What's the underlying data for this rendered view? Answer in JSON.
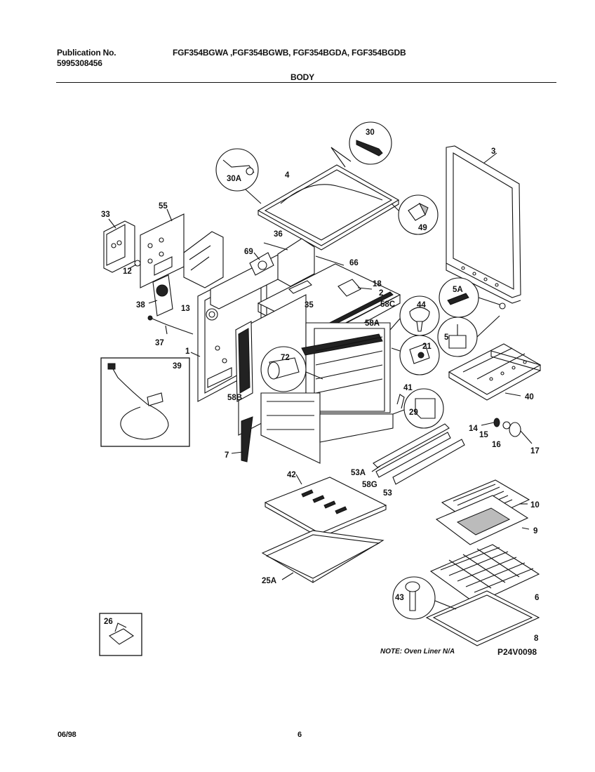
{
  "header": {
    "publication_label": "Publication No.",
    "publication_number": "5995308456",
    "models": "FGF354BGWA ,FGF354BGWB, FGF354BGDA, FGF354BGDB",
    "section_title": "BODY"
  },
  "callouts": {
    "c30": "30",
    "c30A": "30A",
    "c4": "4",
    "c3": "3",
    "c49": "49",
    "c33": "33",
    "c55": "55",
    "c36": "36",
    "c69": "69",
    "c66": "66",
    "c12": "12",
    "c38": "38",
    "c13": "13",
    "c35": "35",
    "c18": "18",
    "c2": "2",
    "c58C": "58C",
    "c44": "44",
    "c5A": "5A",
    "c37": "37",
    "c1": "1",
    "c58A": "58A",
    "c5": "5",
    "c21": "21",
    "c39": "39",
    "c72": "72",
    "c40": "40",
    "c58B": "58B",
    "c41": "41",
    "c29": "29",
    "c14": "14",
    "c15": "15",
    "c16": "16",
    "c17": "17",
    "c7": "7",
    "c53A": "53A",
    "c42": "42",
    "c58G": "58G",
    "c53": "53",
    "c10": "10",
    "c9": "9",
    "c25A": "25A",
    "c43": "43",
    "c6": "6",
    "c26": "26",
    "c8": "8"
  },
  "note": "NOTE: Oven Liner N/A",
  "diagram_code": "P24V0098",
  "footer": {
    "date": "06/98",
    "page": "6"
  }
}
